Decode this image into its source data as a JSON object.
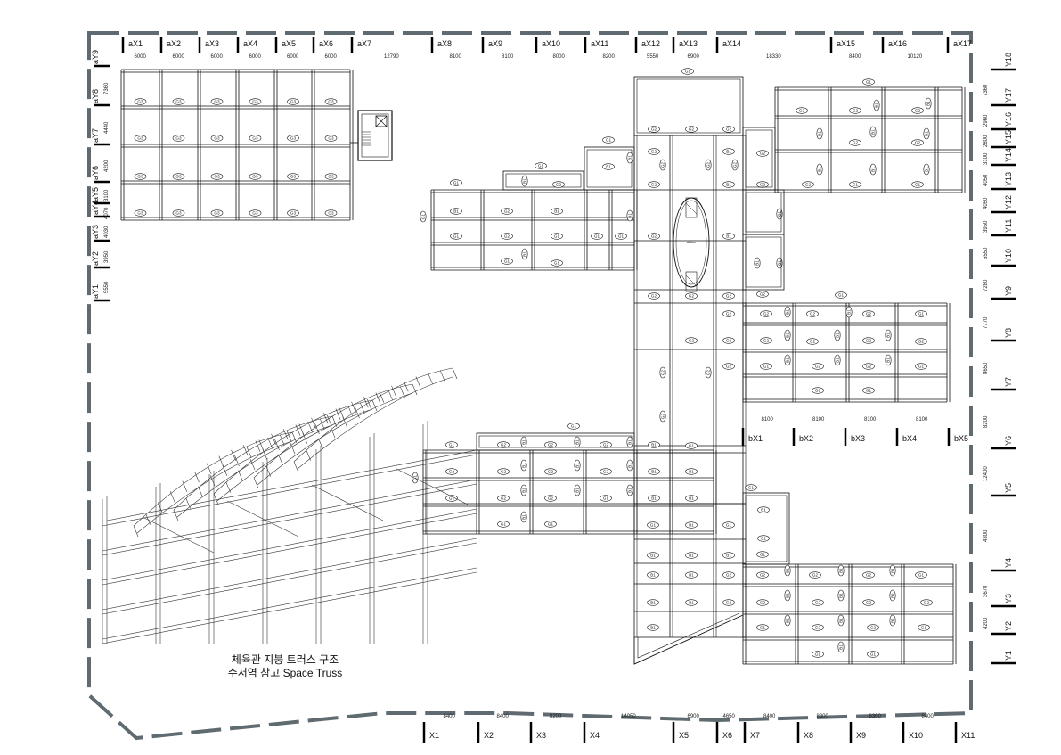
{
  "drawing": {
    "caption_line1": "체육관 지붕 트러스 구조",
    "caption_line2": "수서역 참고 Space Truss",
    "atrium_label": "atrium"
  },
  "grid_top": {
    "labels": [
      "aX1",
      "aX2",
      "aX3",
      "aX4",
      "aX5",
      "aX6",
      "aX7",
      "aX8",
      "aX9",
      "aX10",
      "aX11",
      "aX12",
      "aX13",
      "aX14",
      "aX15",
      "aX16",
      "aX17"
    ],
    "spans": [
      "6000",
      "6000",
      "6000",
      "6000",
      "6000",
      "6000",
      "12790",
      "8100",
      "8100",
      "8000",
      "8200",
      "5550",
      "6900",
      "18330",
      "8400",
      "10120"
    ]
  },
  "grid_left": {
    "labels": [
      "aY9",
      "aY8",
      "aY7",
      "aY6",
      "aY5",
      "aY4",
      "aY3",
      "aY2",
      "aY1"
    ],
    "spans": [
      "7360",
      "4440",
      "4200",
      "3100",
      "4070",
      "4030",
      "3950",
      "5550"
    ]
  },
  "grid_right": {
    "labels": [
      "Y18",
      "Y17",
      "Y16",
      "Y15",
      "Y14",
      "Y13",
      "Y12",
      "Y11",
      "Y10",
      "Y9",
      "Y8",
      "Y7",
      "Y6",
      "Y5",
      "Y4",
      "Y3",
      "Y2",
      "Y1"
    ],
    "spans": [
      "7360",
      "2960",
      "2800",
      "3100",
      "4050",
      "4050",
      "3950",
      "5550",
      "7280",
      "7770",
      "8650",
      "8200",
      "12400",
      "4300",
      "3670",
      "4200"
    ]
  },
  "grid_bottom": {
    "labels": [
      "X1",
      "X2",
      "X3",
      "X4",
      "X5",
      "X6",
      "X7",
      "X8",
      "X9",
      "X10",
      "X11"
    ],
    "spans": [
      "8400",
      "8400",
      "8200",
      "14050",
      "6900",
      "4650",
      "8400",
      "8300",
      "8300",
      "8400"
    ]
  },
  "grid_b": {
    "labels": [
      "bX1",
      "bX2",
      "bX3",
      "bX4",
      "bX5"
    ],
    "spans": [
      "8100",
      "8100",
      "8100",
      "8100"
    ]
  },
  "beam_tags": {
    "g1": "G1",
    "g2": "G2",
    "b1": "B1",
    "g3": "G3"
  }
}
